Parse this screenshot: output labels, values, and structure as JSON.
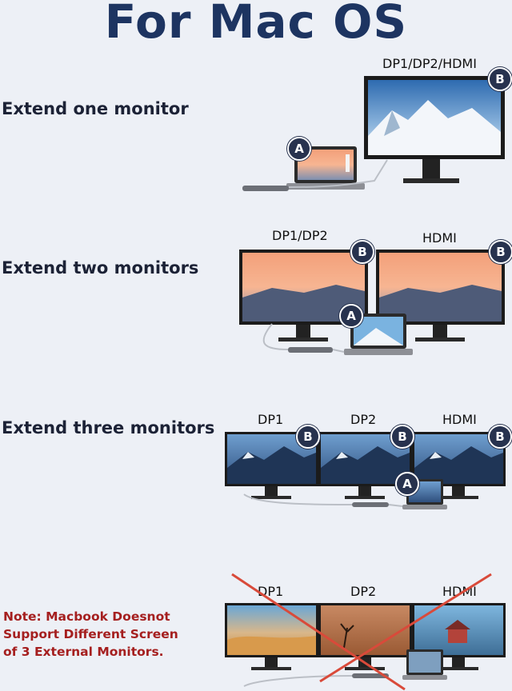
{
  "title": "For Mac OS",
  "sections": [
    {
      "label": "Extend one monitor",
      "ports": [
        "DP1/DP2/HDMI"
      ]
    },
    {
      "label": "Extend two monitors",
      "ports": [
        "DP1/DP2",
        "HDMI"
      ]
    },
    {
      "label": "Extend three monitors",
      "ports": [
        "DP1",
        "DP2",
        "HDMI"
      ]
    },
    {
      "ports": [
        "DP1",
        "DP2",
        "HDMI"
      ]
    }
  ],
  "badges": {
    "laptop": "A",
    "monitor": "B"
  },
  "note": {
    "lines": [
      "Note: Macbook Doesnot",
      "Support Different Screen",
      "of 3 External Monitors."
    ]
  },
  "icons": [
    "laptop-icon",
    "monitor-icon",
    "hub-icon",
    "cross-out-icon"
  ],
  "colors": {
    "title": "#1d3461",
    "badge": "#27324e",
    "note": "#a51f1f",
    "cross": "#d94a3a"
  }
}
